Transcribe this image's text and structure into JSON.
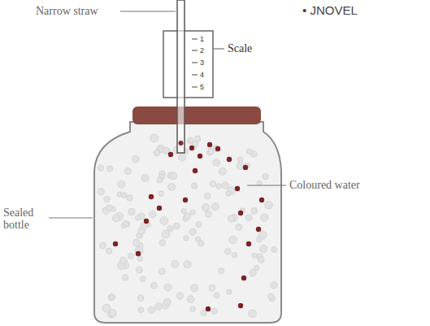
{
  "diagram": {
    "labels": [
      "Narrow straw",
      "Scale",
      "1",
      "2",
      "3",
      "4",
      "5",
      "Coloured water",
      "Sealed bottle",
      "• JNOVEL"
    ]
  }
}
